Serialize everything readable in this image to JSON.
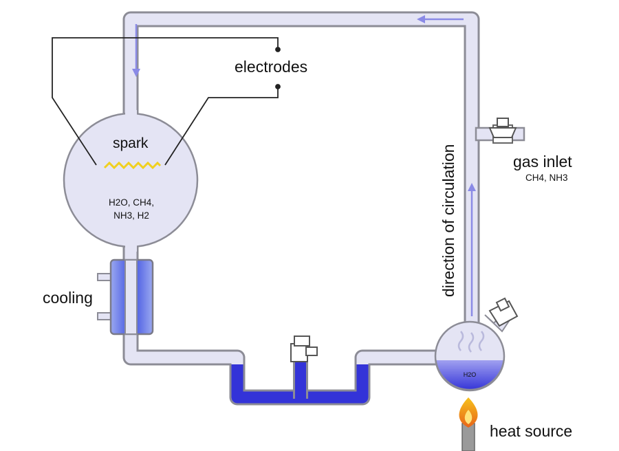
{
  "labels": {
    "electrodes": "electrodes",
    "spark": "spark",
    "flask_line1": "H2O, CH4,",
    "flask_line2": "NH3, H2",
    "cooling": "cooling",
    "direction": "direction of circulation",
    "gas_inlet": "gas inlet",
    "gas_inlet_sub": "CH4, NH3",
    "water": "H2O",
    "heat_source": "heat source"
  },
  "colors": {
    "tube_fill": "#e4e4f4",
    "tube_outline": "#8c8c96",
    "water": "#3333d8",
    "arrow": "#8a8ae6",
    "spark": "#f0d020",
    "wire": "#222222"
  }
}
